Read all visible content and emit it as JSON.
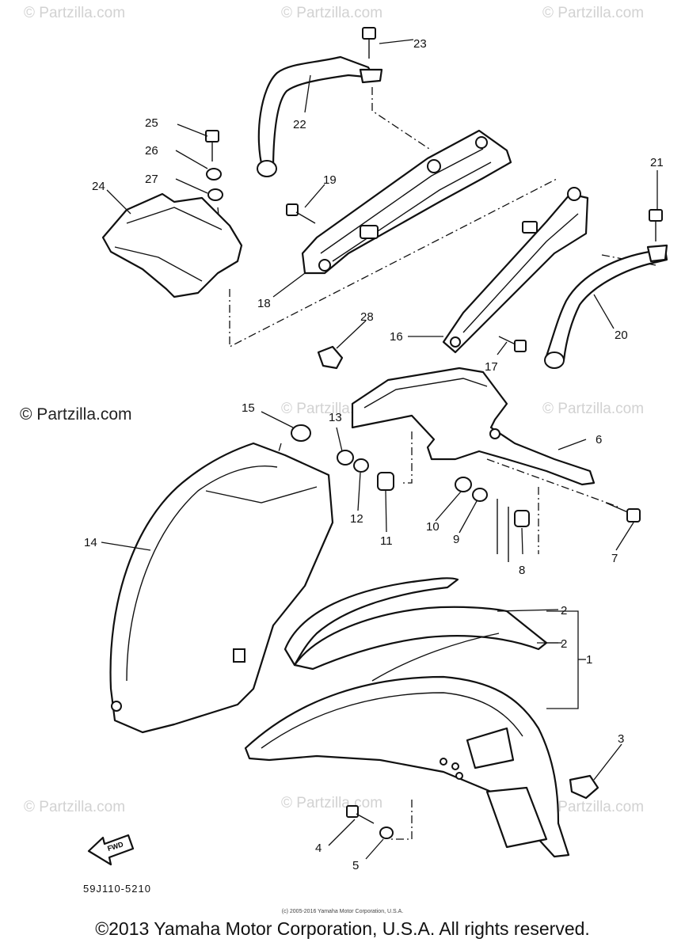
{
  "watermark_text": "© Partzilla.com",
  "callouts": [
    "1",
    "2",
    "2",
    "3",
    "4",
    "5",
    "6",
    "7",
    "8",
    "9",
    "10",
    "11",
    "12",
    "13",
    "14",
    "15",
    "16",
    "17",
    "18",
    "19",
    "20",
    "21",
    "22",
    "23",
    "24",
    "25",
    "26",
    "27",
    "28"
  ],
  "fwd_label": "FWD",
  "diagram_code": "59J110-5210",
  "small_credit": "(c) 2005-2016 Yamaha Motor Corporation, U.S.A.",
  "copyright": "©2013 Yamaha Motor Corporation, U.S.A. All rights reserved."
}
